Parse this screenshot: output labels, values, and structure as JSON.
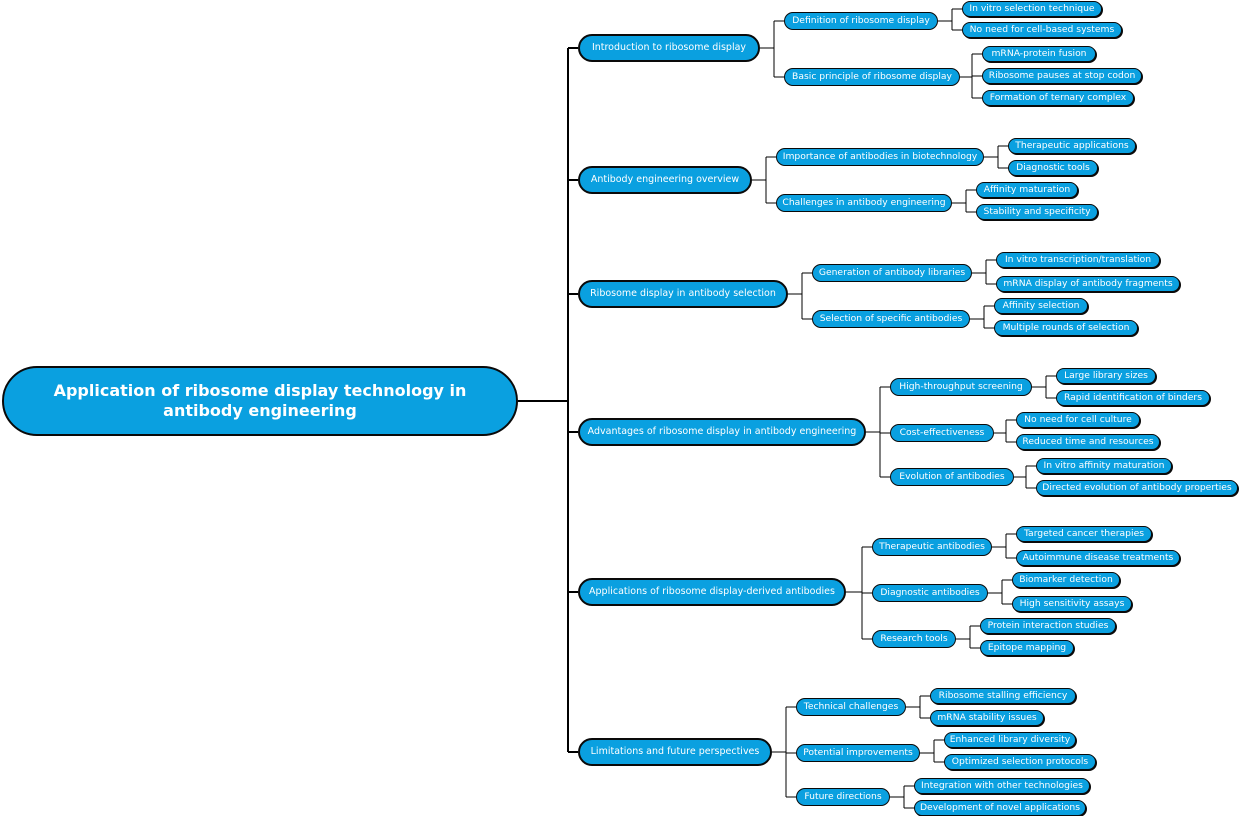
{
  "root": {
    "title": "Application of ribosome display technology in antibody engineering"
  },
  "topics": [
    {
      "label": "Introduction to ribosome display",
      "children": [
        {
          "label": "Definition of ribosome display",
          "children": [
            {
              "label": "In vitro selection technique"
            },
            {
              "label": "No need for cell-based systems"
            }
          ]
        },
        {
          "label": "Basic principle of ribosome display",
          "children": [
            {
              "label": "mRNA-protein fusion"
            },
            {
              "label": "Ribosome pauses at stop codon"
            },
            {
              "label": "Formation of ternary complex"
            }
          ]
        }
      ]
    },
    {
      "label": "Antibody engineering overview",
      "children": [
        {
          "label": "Importance of antibodies in biotechnology",
          "children": [
            {
              "label": "Therapeutic applications"
            },
            {
              "label": "Diagnostic tools"
            }
          ]
        },
        {
          "label": "Challenges in antibody engineering",
          "children": [
            {
              "label": "Affinity maturation"
            },
            {
              "label": "Stability and specificity"
            }
          ]
        }
      ]
    },
    {
      "label": "Ribosome display in antibody selection",
      "children": [
        {
          "label": "Generation of antibody libraries",
          "children": [
            {
              "label": "In vitro transcription/translation"
            },
            {
              "label": "mRNA display of antibody fragments"
            }
          ]
        },
        {
          "label": "Selection of specific antibodies",
          "children": [
            {
              "label": "Affinity selection"
            },
            {
              "label": "Multiple rounds of selection"
            }
          ]
        }
      ]
    },
    {
      "label": "Advantages of ribosome display in antibody engineering",
      "children": [
        {
          "label": "High-throughput screening",
          "children": [
            {
              "label": "Large library sizes"
            },
            {
              "label": "Rapid identification of binders"
            }
          ]
        },
        {
          "label": "Cost-effectiveness",
          "children": [
            {
              "label": "No need for cell culture"
            },
            {
              "label": "Reduced time and resources"
            }
          ]
        },
        {
          "label": "Evolution of antibodies",
          "children": [
            {
              "label": "In vitro affinity maturation"
            },
            {
              "label": "Directed evolution of antibody properties"
            }
          ]
        }
      ]
    },
    {
      "label": "Applications of ribosome display-derived antibodies",
      "children": [
        {
          "label": "Therapeutic antibodies",
          "children": [
            {
              "label": "Targeted cancer therapies"
            },
            {
              "label": "Autoimmune disease treatments"
            }
          ]
        },
        {
          "label": "Diagnostic antibodies",
          "children": [
            {
              "label": "Biomarker detection"
            },
            {
              "label": "High sensitivity assays"
            }
          ]
        },
        {
          "label": "Research tools",
          "children": [
            {
              "label": "Protein interaction studies"
            },
            {
              "label": "Epitope mapping"
            }
          ]
        }
      ]
    },
    {
      "label": "Limitations and future perspectives",
      "children": [
        {
          "label": "Technical challenges",
          "children": [
            {
              "label": "Ribosome stalling efficiency"
            },
            {
              "label": "mRNA stability issues"
            }
          ]
        },
        {
          "label": "Potential improvements",
          "children": [
            {
              "label": "Enhanced library diversity"
            },
            {
              "label": "Optimized selection protocols"
            }
          ]
        },
        {
          "label": "Future directions",
          "children": [
            {
              "label": "Integration with other technologies"
            },
            {
              "label": "Development of novel applications"
            }
          ]
        }
      ]
    }
  ],
  "colors": {
    "node_fill": "#0aa0e0",
    "node_border": "#0a0a0a",
    "connector": "#000000",
    "text": "#ffffff"
  }
}
